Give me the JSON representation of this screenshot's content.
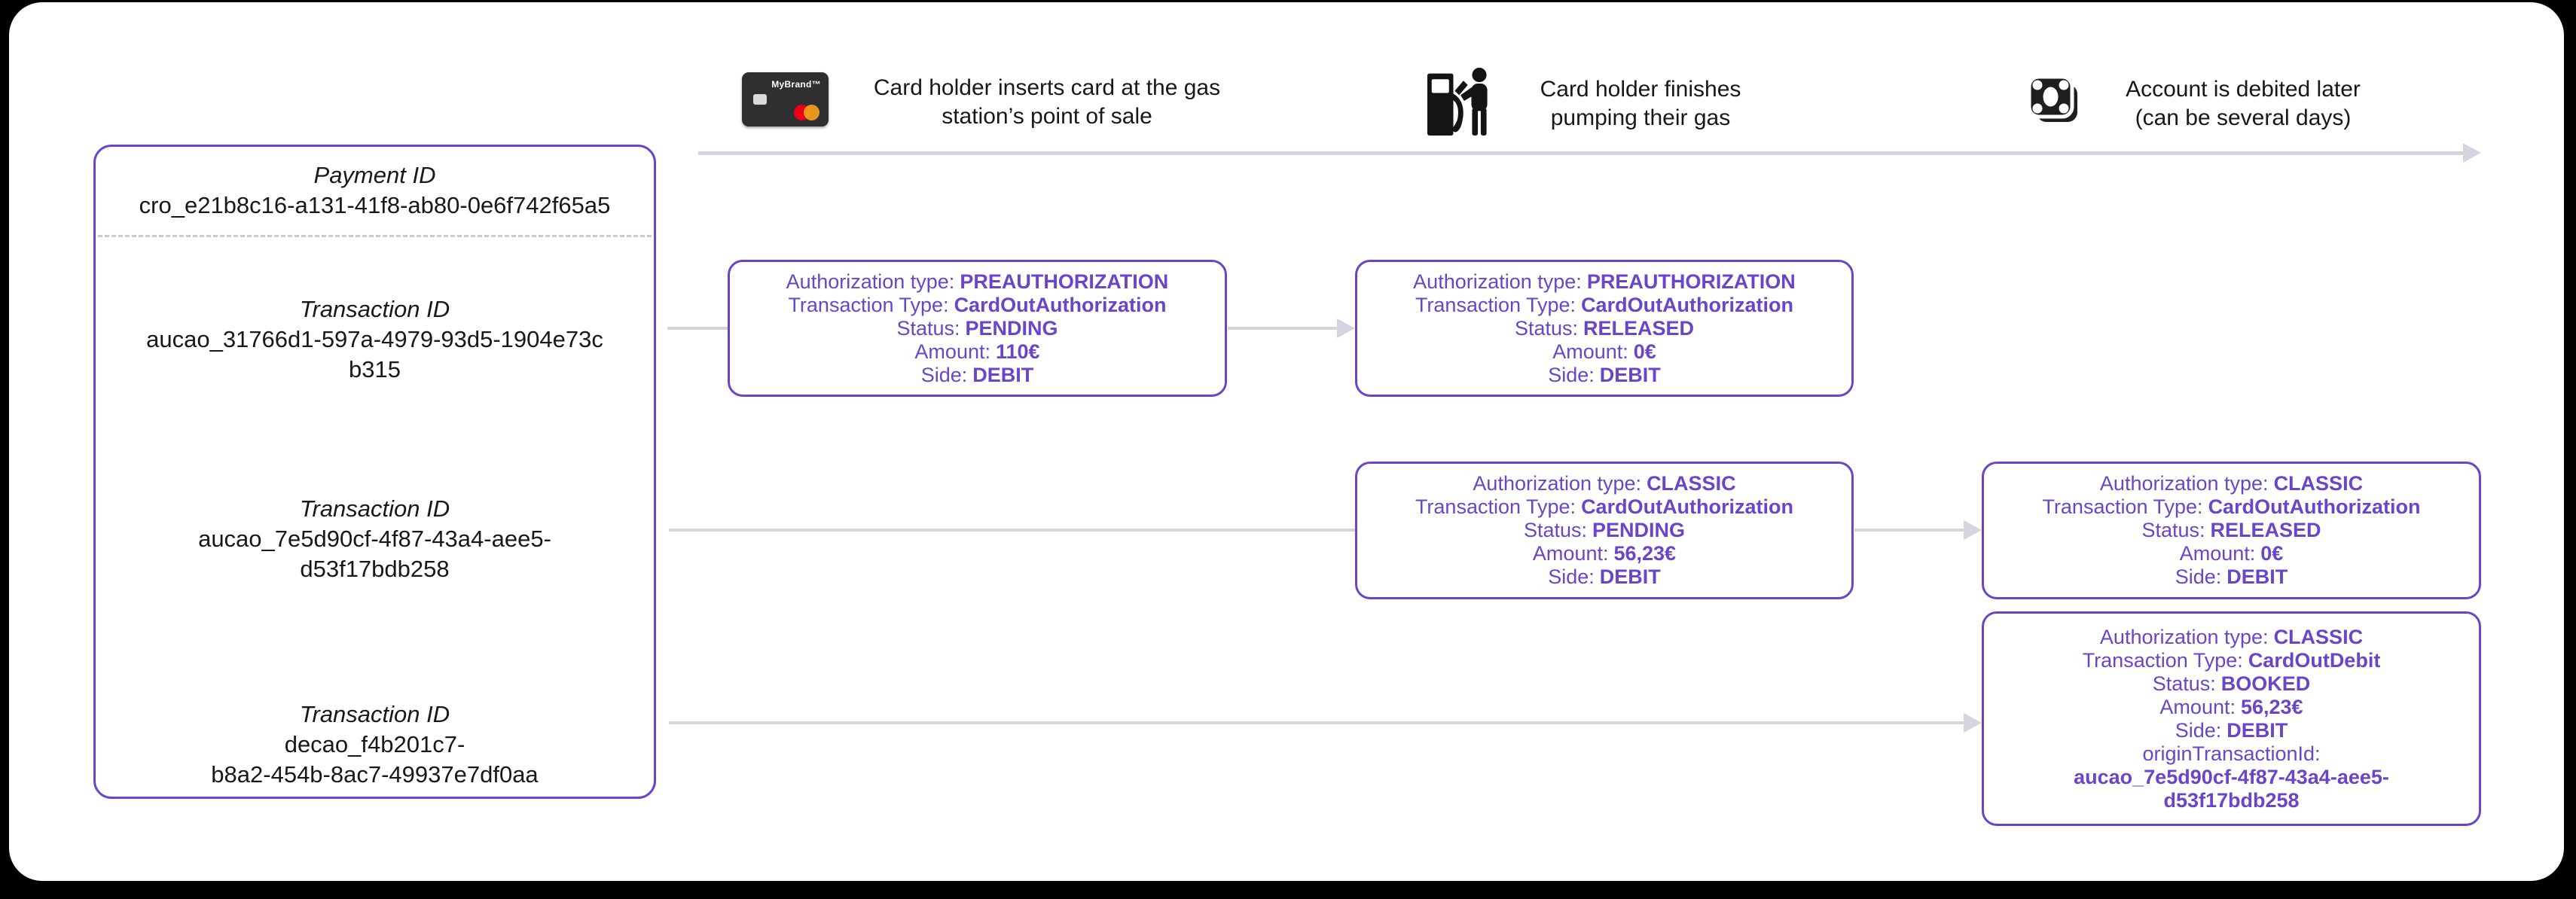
{
  "colors": {
    "accent_purple": "#6a45c8",
    "arrow_gray": "#d3d4de",
    "text_black": "#18181b",
    "card_dark": "#2f2f31",
    "mastercard_red": "#eb001b",
    "mastercard_orange": "#f79e1b"
  },
  "steps": [
    {
      "icon": "credit-card-icon",
      "card_brand": "MyBrand™",
      "label": "Card holder inserts card at the gas\nstation’s point of sale"
    },
    {
      "icon": "gas-pump-icon",
      "label": "Card holder finishes\npumping their gas"
    },
    {
      "icon": "banknote-icon",
      "label": "Account is debited later\n(can be several days)"
    }
  ],
  "payment_panel": {
    "payment_id_label": "Payment ID",
    "payment_id": "cro_e21b8c16-a131-41f8-ab80-0e6f742f65a5",
    "transactions": [
      {
        "label": "Transaction ID",
        "id": "aucao_31766d1-597a-4979-93d5-1904e73c\nb315"
      },
      {
        "label": "Transaction ID",
        "id": "aucao_7e5d90cf-4f87-43a4-aee5-\nd53f17bdb258"
      },
      {
        "label": "Transaction ID",
        "id": "decao_f4b201c7-\nb8a2-454b-8ac7-49937e7df0aa"
      }
    ]
  },
  "cards": [
    {
      "fields": [
        {
          "label": "Authorization type:",
          "value": "PREAUTHORIZATION"
        },
        {
          "label": "Transaction Type:",
          "value": "CardOutAuthorization"
        },
        {
          "label": "Status:",
          "value": "PENDING"
        },
        {
          "label": "Amount:",
          "value": "110€"
        },
        {
          "label": "Side:",
          "value": "DEBIT"
        }
      ]
    },
    {
      "fields": [
        {
          "label": "Authorization type:",
          "value": "PREAUTHORIZATION"
        },
        {
          "label": "Transaction Type:",
          "value": "CardOutAuthorization"
        },
        {
          "label": "Status:",
          "value": "RELEASED"
        },
        {
          "label": "Amount:",
          "value": "0€"
        },
        {
          "label": "Side:",
          "value": "DEBIT"
        }
      ]
    },
    {
      "fields": [
        {
          "label": "Authorization type:",
          "value": "CLASSIC"
        },
        {
          "label": "Transaction Type:",
          "value": "CardOutAuthorization"
        },
        {
          "label": "Status:",
          "value": "PENDING"
        },
        {
          "label": "Amount:",
          "value": "56,23€"
        },
        {
          "label": "Side:",
          "value": "DEBIT"
        }
      ]
    },
    {
      "fields": [
        {
          "label": "Authorization type:",
          "value": "CLASSIC"
        },
        {
          "label": "Transaction Type:",
          "value": "CardOutAuthorization"
        },
        {
          "label": "Status:",
          "value": "RELEASED"
        },
        {
          "label": "Amount:",
          "value": "0€"
        },
        {
          "label": "Side:",
          "value": "DEBIT"
        }
      ]
    },
    {
      "fields": [
        {
          "label": "Authorization type:",
          "value": "CLASSIC"
        },
        {
          "label": "Transaction Type:",
          "value": "CardOutDebit"
        },
        {
          "label": "Status:",
          "value": "BOOKED"
        },
        {
          "label": "Amount:",
          "value": "56,23€"
        },
        {
          "label": "Side:",
          "value": "DEBIT"
        }
      ],
      "origin_label": "originTransactionId:",
      "origin_value": "aucao_7e5d90cf-4f87-43a4-aee5-\nd53f17bdb258"
    }
  ]
}
